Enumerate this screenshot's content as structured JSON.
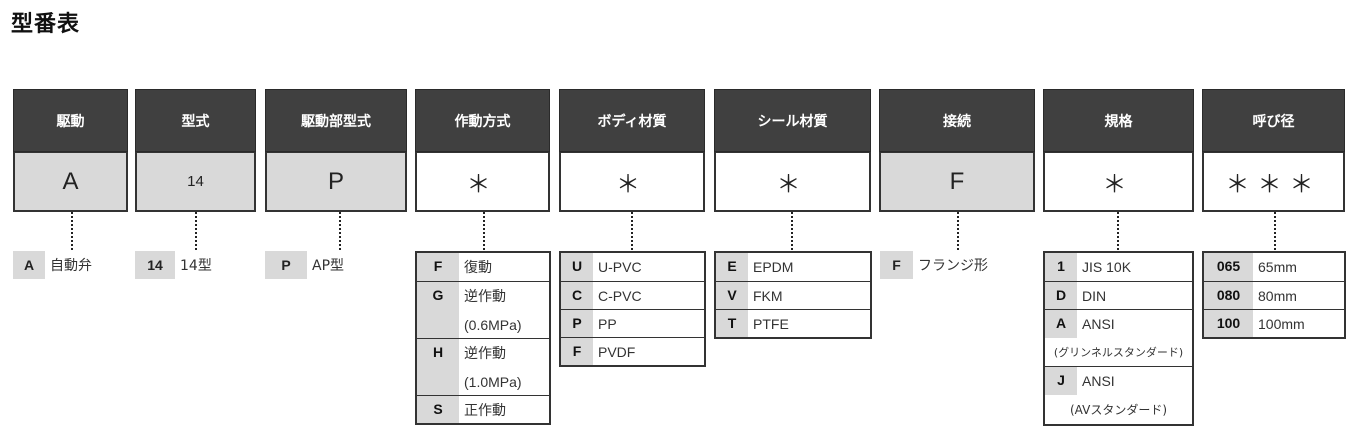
{
  "page": {
    "title": "型番表"
  },
  "columns": [
    {
      "header": "駆動",
      "value": "A",
      "fixed": true
    },
    {
      "header": "型式",
      "value": "14",
      "fixed": true
    },
    {
      "header": "駆動部型式",
      "value": "P",
      "fixed": true
    },
    {
      "header": "作動方式",
      "value": "＊",
      "fixed": false
    },
    {
      "header": "ボディ材質",
      "value": "＊",
      "fixed": false
    },
    {
      "header": "シール材質",
      "value": "＊",
      "fixed": false
    },
    {
      "header": "接続",
      "value": "F",
      "fixed": true
    },
    {
      "header": "規格",
      "value": "＊",
      "fixed": false
    },
    {
      "header": "呼び径",
      "value": "＊＊＊",
      "fixed": false
    }
  ],
  "options": {
    "drive": [
      {
        "code": "A",
        "desc": "自動弁"
      }
    ],
    "model": [
      {
        "code": "14",
        "desc": "14型"
      }
    ],
    "actuator_model": [
      {
        "code": "P",
        "desc": "AP型"
      }
    ],
    "operation": [
      {
        "code": "F",
        "desc": "復動"
      },
      {
        "code": "G",
        "desc": "逆作動",
        "desc2": "(0.6MPa)"
      },
      {
        "code": "H",
        "desc": "逆作動",
        "desc2": "(1.0MPa)"
      },
      {
        "code": "S",
        "desc": "正作動"
      }
    ],
    "body_material": [
      {
        "code": "U",
        "desc": "U-PVC"
      },
      {
        "code": "C",
        "desc": "C-PVC"
      },
      {
        "code": "P",
        "desc": "PP"
      },
      {
        "code": "F",
        "desc": "PVDF"
      }
    ],
    "seal_material": [
      {
        "code": "E",
        "desc": "EPDM"
      },
      {
        "code": "V",
        "desc": "FKM"
      },
      {
        "code": "T",
        "desc": "PTFE"
      }
    ],
    "connection": [
      {
        "code": "F",
        "desc": "フランジ形"
      }
    ],
    "standard": [
      {
        "code": "1",
        "desc": "JIS 10K"
      },
      {
        "code": "D",
        "desc": "DIN"
      },
      {
        "code": "A",
        "desc": "ANSI",
        "sub": "(グリンネルスタンダード)"
      },
      {
        "code": "J",
        "desc": "ANSI",
        "sub": "(AVスタンダード)"
      }
    ],
    "nominal_size": [
      {
        "code": "065",
        "desc": "65mm"
      },
      {
        "code": "080",
        "desc": "80mm"
      },
      {
        "code": "100",
        "desc": "100mm"
      }
    ]
  },
  "colors": {
    "header_bg": "#404040",
    "fixed_bg": "#d9d9d9",
    "border": "#333333"
  }
}
